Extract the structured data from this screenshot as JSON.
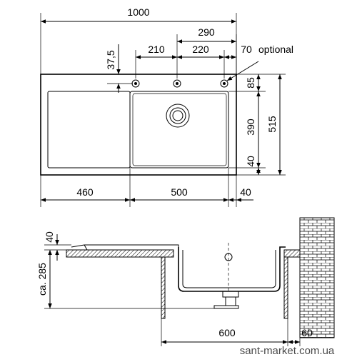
{
  "top_view": {
    "overall_width": "1000",
    "tap_span": "290",
    "hole_spacing_1": "210",
    "hole_spacing_2": "220",
    "hole_offset": "70",
    "optional_label": "optional",
    "hole_depth": "37,5",
    "back_margin": "85",
    "bowl_depth": "390",
    "front_margin": "40",
    "overall_depth": "515",
    "drainer_width": "460",
    "bowl_width": "500",
    "side_margin": "40"
  },
  "side_view": {
    "rim_thickness": "40",
    "installation_depth": "ca. 285",
    "cabinet_width": "600",
    "wall_gap": "60"
  },
  "watermark": "sant-market.com.ua"
}
